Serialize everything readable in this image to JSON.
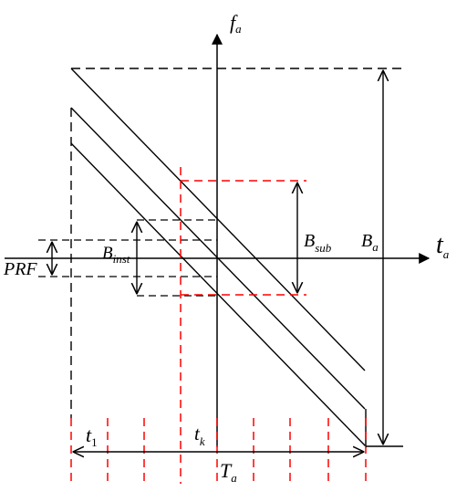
{
  "labels": {
    "fa_main": "f",
    "fa_sub": "a",
    "ta_main": "t",
    "ta_sub": "a",
    "bsub_main": "B",
    "bsub_sub": "sub",
    "ba_main": "B",
    "ba_sub": "a",
    "binst_main": "B",
    "binst_sub": "inst",
    "prf": "PRF",
    "t1_main": "t",
    "t1_sub": "1",
    "tk_main": "t",
    "tk_sub": "k",
    "Ta_main": "T",
    "Ta_sub": "a"
  },
  "colors": {
    "line": "#000000",
    "dashed_red": "#ff0000"
  }
}
